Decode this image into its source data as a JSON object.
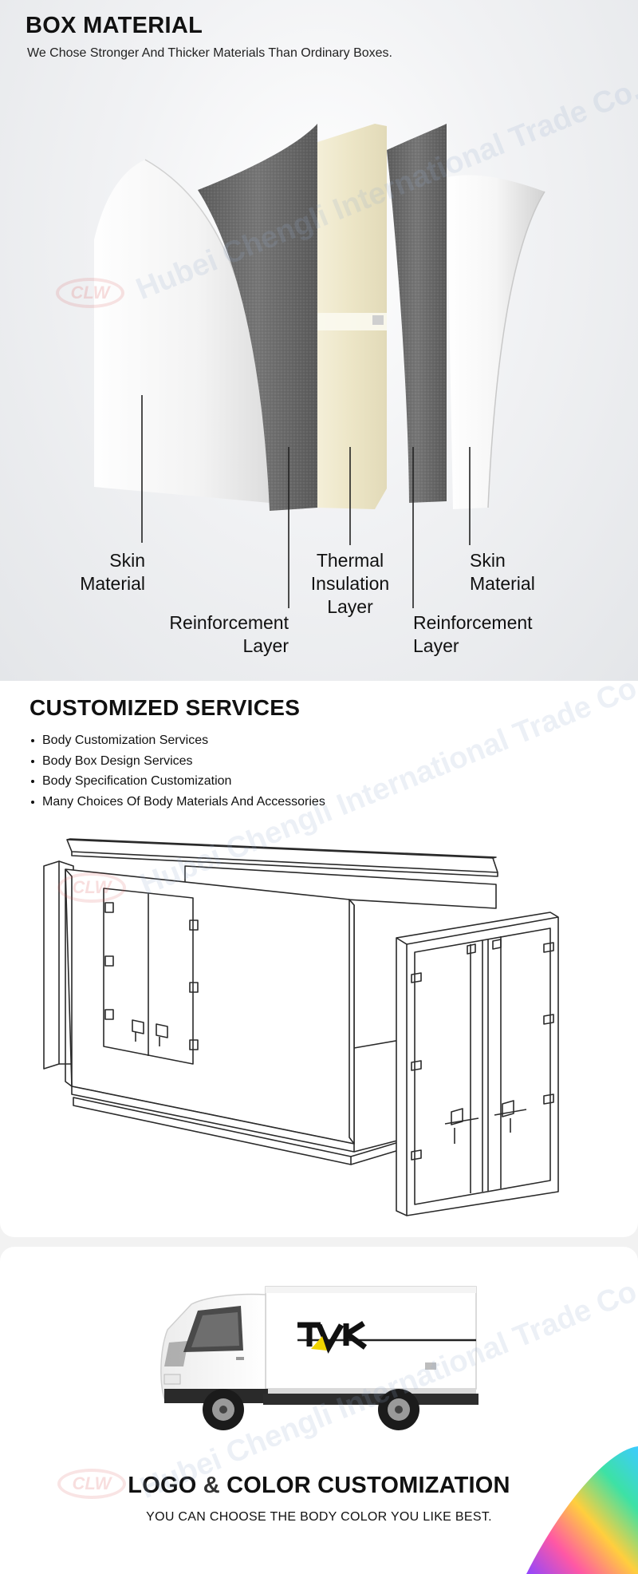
{
  "box_material": {
    "title": "BOX MATERIAL",
    "subtitle": "We Chose Stronger And Thicker Materials Than Ordinary Boxes.",
    "labels": {
      "skin_left": [
        "Skin",
        "Material"
      ],
      "reinforcement_left": [
        "Reinforcement",
        "Layer"
      ],
      "thermal": [
        "Thermal",
        "Insulation",
        "Layer"
      ],
      "reinforcement_right": [
        "Reinforcement",
        "Layer"
      ],
      "skin_right": [
        "Skin",
        "Material"
      ]
    }
  },
  "customized_services": {
    "title": "CUSTOMIZED SERVICES",
    "items": [
      "Body Customization Services",
      "Body Box Design Services",
      "Body Specification Customization",
      "Many Choices Of Body Materials And Accessories"
    ]
  },
  "logo_color": {
    "title_part1": "LOGO",
    "title_amp": "&",
    "title_part2": "COLOR CUSTOMIZATION",
    "subtitle": "YOU CAN CHOOSE THE BODY COLOR YOU LIKE BEST.",
    "truck_logo_text": "TVK"
  },
  "watermark": {
    "text": "Hubei Chengli International Trade Co., Ltd.",
    "logo": "CLW"
  },
  "colors": {
    "skin": "#f5f5f5",
    "reinforcement": "#6b6b6b",
    "insulation": "#efe9cf",
    "truck_logo_yellow": "#f0d400"
  }
}
